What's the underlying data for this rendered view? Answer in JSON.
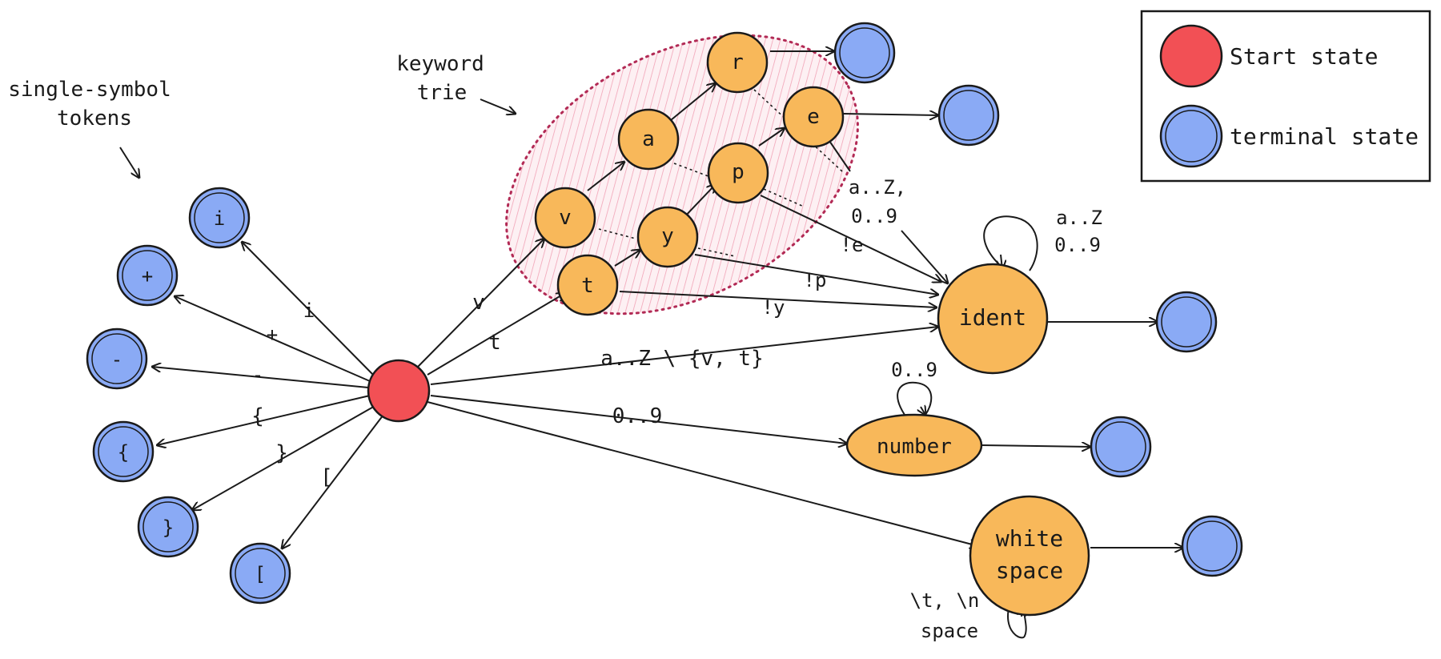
{
  "annotations": {
    "single_symbol": [
      "single-symbol",
      "tokens"
    ],
    "keyword_trie": [
      "keyword",
      "trie"
    ]
  },
  "legend": {
    "start_label": "Start state",
    "terminal_label": "terminal state"
  },
  "colors": {
    "start": "#f25055",
    "terminal": "#8aaaf5",
    "state": "#f8b85a",
    "trie_fill": "#f7c9d3",
    "trie_border": "#b22a55",
    "stroke": "#1a1a1a"
  },
  "nodes": {
    "start": "",
    "v": "v",
    "a": "a",
    "r": "r",
    "t": "t",
    "y": "y",
    "p": "p",
    "e": "e",
    "ident": "ident",
    "number": "number",
    "ws_line1": "white",
    "ws_line2": "space",
    "sym_i": "i",
    "sym_plus": "+",
    "sym_minus": "-",
    "sym_lbrace": "{",
    "sym_rbrace": "}",
    "sym_lbracket": "["
  },
  "edge_labels": {
    "to_i": "i",
    "to_plus": "+",
    "to_minus": "-",
    "to_lbrace": "{",
    "to_rbrace": "}",
    "to_lbracket": "[",
    "to_v": "v",
    "to_t": "t",
    "to_ident": "a..Z \\ {v, t}",
    "to_number": "0..9",
    "number_loop": "0..9",
    "t_to_ident": "!y",
    "y_to_ident": "!p",
    "p_to_ident": "!e",
    "e_to_ident_1": "a..Z,",
    "e_to_ident_2": "0..9",
    "ident_loop_1": "a..Z",
    "ident_loop_2": "0..9",
    "ws_loop_1": "\\t, \\n",
    "ws_loop_2": "space"
  }
}
